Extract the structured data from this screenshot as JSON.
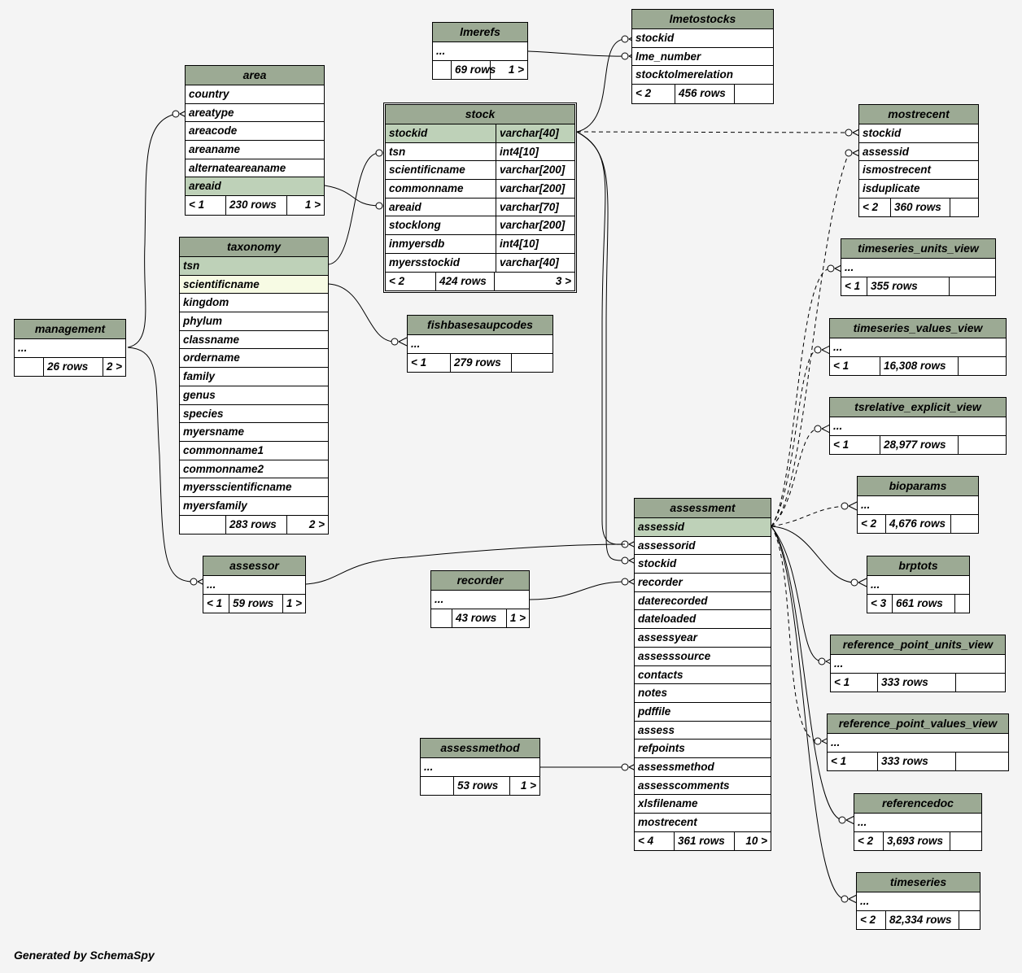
{
  "footer": "Generated by SchemaSpy",
  "colors": {
    "header": "#9caa94",
    "primary_key": "#bed1b8",
    "highlight": "#f7fbe4",
    "background": "#f4f4f4"
  },
  "tables": [
    {
      "id": "lmerefs",
      "title": "lmerefs",
      "rows": [
        {
          "name": "..."
        }
      ],
      "footer": {
        "left": "",
        "rows": "69 rows",
        "right": "1 >"
      }
    },
    {
      "id": "lmetostocks",
      "title": "lmetostocks",
      "rows": [
        {
          "name": "stockid"
        },
        {
          "name": "lme_number"
        },
        {
          "name": "stocktolmerelation"
        }
      ],
      "footer": {
        "left": "< 2",
        "rows": "456 rows",
        "right": ""
      }
    },
    {
      "id": "area",
      "title": "area",
      "rows": [
        {
          "name": "country"
        },
        {
          "name": "areatype"
        },
        {
          "name": "areacode"
        },
        {
          "name": "areaname"
        },
        {
          "name": "alternateareaname"
        },
        {
          "name": "areaid",
          "pk": true
        }
      ],
      "footer": {
        "left": "< 1",
        "rows": "230 rows",
        "right": "1 >"
      }
    },
    {
      "id": "stock",
      "title": "stock",
      "focus": true,
      "rows": [
        {
          "name": "stockid",
          "type": "varchar[40]",
          "pk": true
        },
        {
          "name": "tsn",
          "type": "int4[10]"
        },
        {
          "name": "scientificname",
          "type": "varchar[200]"
        },
        {
          "name": "commonname",
          "type": "varchar[200]"
        },
        {
          "name": "areaid",
          "type": "varchar[70]"
        },
        {
          "name": "stocklong",
          "type": "varchar[200]"
        },
        {
          "name": "inmyersdb",
          "type": "int4[10]"
        },
        {
          "name": "myersstockid",
          "type": "varchar[40]"
        }
      ],
      "footer": {
        "left": "< 2",
        "rows": "424 rows",
        "right": "3 >"
      }
    },
    {
      "id": "mostrecent",
      "title": "mostrecent",
      "rows": [
        {
          "name": "stockid"
        },
        {
          "name": "assessid"
        },
        {
          "name": "ismostrecent"
        },
        {
          "name": "isduplicate"
        }
      ],
      "footer": {
        "left": "< 2",
        "rows": "360 rows",
        "right": ""
      }
    },
    {
      "id": "taxonomy",
      "title": "taxonomy",
      "rows": [
        {
          "name": "tsn",
          "pk": true
        },
        {
          "name": "scientificname",
          "hl": true
        },
        {
          "name": "kingdom"
        },
        {
          "name": "phylum"
        },
        {
          "name": "classname"
        },
        {
          "name": "ordername"
        },
        {
          "name": "family"
        },
        {
          "name": "genus"
        },
        {
          "name": "species"
        },
        {
          "name": "myersname"
        },
        {
          "name": "commonname1"
        },
        {
          "name": "commonname2"
        },
        {
          "name": "myersscientificname"
        },
        {
          "name": "myersfamily"
        }
      ],
      "footer": {
        "left": "",
        "rows": "283 rows",
        "right": "2 >"
      }
    },
    {
      "id": "management",
      "title": "management",
      "rows": [
        {
          "name": "..."
        }
      ],
      "footer": {
        "left": "",
        "rows": "26 rows",
        "right": "2 >"
      }
    },
    {
      "id": "fishbasesaupcodes",
      "title": "fishbasesaupcodes",
      "rows": [
        {
          "name": "..."
        }
      ],
      "footer": {
        "left": "< 1",
        "rows": "279 rows",
        "right": ""
      }
    },
    {
      "id": "timeseries_units_view",
      "title": "timeseries_units_view",
      "rows": [
        {
          "name": "..."
        }
      ],
      "footer": {
        "left": "< 1",
        "rows": "355 rows",
        "right": ""
      }
    },
    {
      "id": "timeseries_values_view",
      "title": "timeseries_values_view",
      "rows": [
        {
          "name": "..."
        }
      ],
      "footer": {
        "left": "< 1",
        "rows": "16,308 rows",
        "right": ""
      }
    },
    {
      "id": "tsrelative_explicit_view",
      "title": "tsrelative_explicit_view",
      "rows": [
        {
          "name": "..."
        }
      ],
      "footer": {
        "left": "< 1",
        "rows": "28,977 rows",
        "right": ""
      }
    },
    {
      "id": "bioparams",
      "title": "bioparams",
      "rows": [
        {
          "name": "..."
        }
      ],
      "footer": {
        "left": "< 2",
        "rows": "4,676 rows",
        "right": ""
      }
    },
    {
      "id": "assessment",
      "title": "assessment",
      "rows": [
        {
          "name": "assessid",
          "pk": true
        },
        {
          "name": "assessorid"
        },
        {
          "name": "stockid"
        },
        {
          "name": "recorder"
        },
        {
          "name": "daterecorded"
        },
        {
          "name": "dateloaded"
        },
        {
          "name": "assessyear"
        },
        {
          "name": "assesssource"
        },
        {
          "name": "contacts"
        },
        {
          "name": "notes"
        },
        {
          "name": "pdffile"
        },
        {
          "name": "assess"
        },
        {
          "name": "refpoints"
        },
        {
          "name": "assessmethod"
        },
        {
          "name": "assesscomments"
        },
        {
          "name": "xlsfilename"
        },
        {
          "name": "mostrecent"
        }
      ],
      "footer": {
        "left": "< 4",
        "rows": "361 rows",
        "right": "10 >"
      }
    },
    {
      "id": "assessor",
      "title": "assessor",
      "rows": [
        {
          "name": "..."
        }
      ],
      "footer": {
        "left": "< 1",
        "rows": "59 rows",
        "right": "1 >"
      }
    },
    {
      "id": "recorder",
      "title": "recorder",
      "rows": [
        {
          "name": "..."
        }
      ],
      "footer": {
        "left": "",
        "rows": "43 rows",
        "right": "1 >"
      }
    },
    {
      "id": "brptots",
      "title": "brptots",
      "rows": [
        {
          "name": "..."
        }
      ],
      "footer": {
        "left": "< 3",
        "rows": "661 rows",
        "right": ""
      }
    },
    {
      "id": "reference_point_units_view",
      "title": "reference_point_units_view",
      "rows": [
        {
          "name": "..."
        }
      ],
      "footer": {
        "left": "< 1",
        "rows": "333 rows",
        "right": ""
      }
    },
    {
      "id": "reference_point_values_view",
      "title": "reference_point_values_view",
      "rows": [
        {
          "name": "..."
        }
      ],
      "footer": {
        "left": "< 1",
        "rows": "333 rows",
        "right": ""
      }
    },
    {
      "id": "assessmethod",
      "title": "assessmethod",
      "rows": [
        {
          "name": "..."
        }
      ],
      "footer": {
        "left": "",
        "rows": "53 rows",
        "right": "1 >"
      }
    },
    {
      "id": "referencedoc",
      "title": "referencedoc",
      "rows": [
        {
          "name": "..."
        }
      ],
      "footer": {
        "left": "< 2",
        "rows": "3,693 rows",
        "right": ""
      }
    },
    {
      "id": "timeseries",
      "title": "timeseries",
      "rows": [
        {
          "name": "..."
        }
      ],
      "footer": {
        "left": "< 2",
        "rows": "82,334 rows",
        "right": ""
      }
    }
  ]
}
